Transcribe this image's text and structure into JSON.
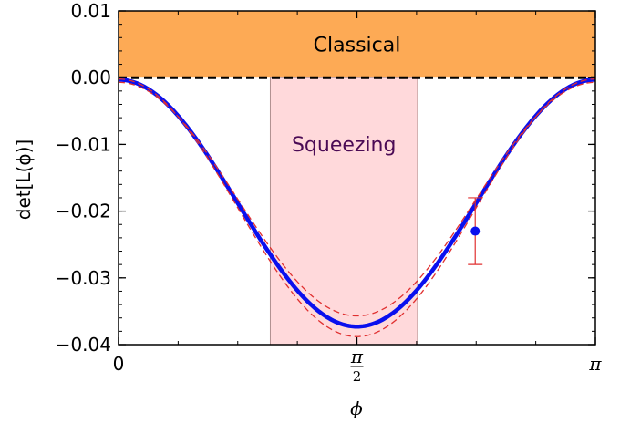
{
  "chart_data": {
    "type": "line",
    "title": "",
    "xlabel": "ϕ",
    "ylabel": "det[L(ϕ)]",
    "xlim": [
      0,
      3.14159
    ],
    "ylim": [
      -0.04,
      0.01
    ],
    "x_ticks": [
      {
        "value": 0,
        "label": "0"
      },
      {
        "value": 1.5708,
        "label_num": "π",
        "label_den": "2"
      },
      {
        "value": 3.14159,
        "label": "π"
      }
    ],
    "y_ticks": [
      {
        "value": 0.01,
        "label": "0.01"
      },
      {
        "value": 0.0,
        "label": "0.00"
      },
      {
        "value": -0.01,
        "label": "−0.01"
      },
      {
        "value": -0.02,
        "label": "−0.02"
      },
      {
        "value": -0.03,
        "label": "−0.03"
      },
      {
        "value": -0.04,
        "label": "−0.04"
      }
    ],
    "regions": [
      {
        "name": "classical",
        "label": "Classical",
        "y_range": [
          0.0,
          0.01
        ],
        "color": "#fdaa55",
        "text_color": "#000000"
      },
      {
        "name": "squeezing",
        "label": "Squeezing",
        "x_range": [
          1.0,
          1.97
        ],
        "color": "#ffd9db",
        "text_color": "#4b0b55"
      }
    ],
    "reference_line": {
      "y": 0.0,
      "style": "dashed",
      "color": "#000000"
    },
    "series": [
      {
        "kind": "curve",
        "y_formula": "-0.0188 + 0.0185*cos(2x)",
        "color": "#0a10ee"
      },
      {
        "kind": "band_upper",
        "y_formula": "-0.0182 + 0.0175*cos(2x)",
        "color": "#e03030"
      },
      {
        "kind": "band_lower",
        "y_formula": "-0.0195 + 0.0193*cos(2x)",
        "color": "#e03030"
      }
    ],
    "data_point": {
      "x": 2.35,
      "y": -0.023,
      "err_low": -0.028,
      "err_high": -0.018,
      "color": "#0a10ee",
      "err_color": "#e03030"
    },
    "grid": false
  }
}
